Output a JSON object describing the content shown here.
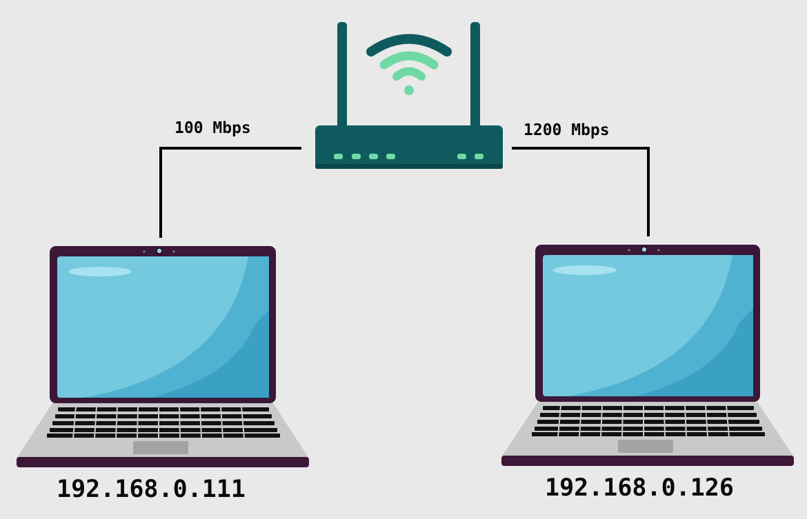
{
  "links": [
    {
      "speed": "100 Mbps"
    },
    {
      "speed": "1200 Mbps"
    }
  ],
  "devices": [
    {
      "type": "laptop",
      "ip": "192.168.0.111"
    },
    {
      "type": "laptop",
      "ip": "192.168.0.126"
    }
  ],
  "router": {
    "icon": "wifi-router-icon"
  },
  "colors": {
    "background": "#e9e9e9",
    "router_body": "#0f5a5e",
    "router_dark": "#0b474b",
    "wifi_light": "#6fd8a5",
    "laptop_frame": "#3b1838",
    "laptop_screen": "#74c9de",
    "laptop_screen_shade": "#3aa1c5",
    "laptop_base": "#c9c9c9",
    "cable": "#000000"
  }
}
